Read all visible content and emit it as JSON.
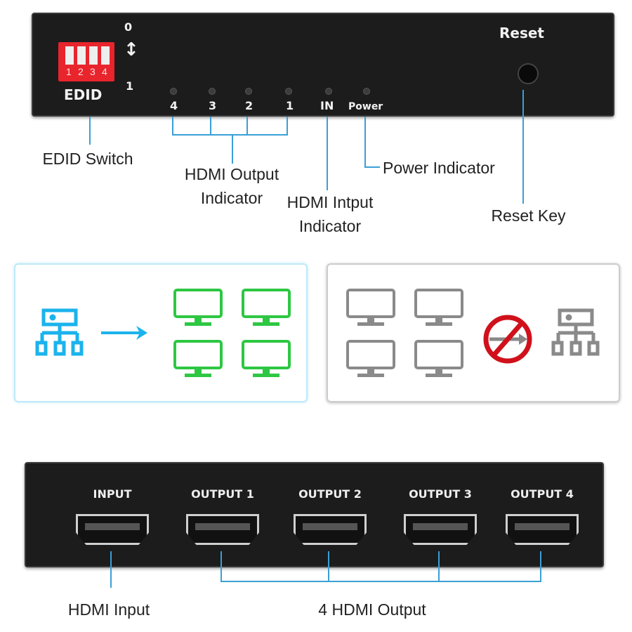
{
  "top_device": {
    "edid_label": "EDID",
    "switch_numbers": [
      "1",
      "2",
      "3",
      "4"
    ],
    "switch_pos_0": "0",
    "switch_pos_1": "1",
    "led_labels": [
      "4",
      "3",
      "2",
      "1",
      "IN",
      "Power"
    ],
    "reset_label": "Reset"
  },
  "callouts": {
    "edid_switch": "EDID Switch",
    "hdmi_output_indicator": "HDMI Output Indicator",
    "hdmi_input_indicator": "HDMI Intput Indicator",
    "power_indicator": "Power Indicator",
    "reset_key": "Reset Key"
  },
  "panels": {
    "active_color": "#1bb3ec",
    "monitor_on_color": "#2ec743",
    "inactive_color": "#8a8a8a",
    "prohibit_color": "#d0111b"
  },
  "bottom_device": {
    "ports": [
      "INPUT",
      "OUTPUT 1",
      "OUTPUT 2",
      "OUTPUT 3",
      "OUTPUT 4"
    ]
  },
  "bottom_callouts": {
    "hdmi_input": "HDMI Input",
    "hdmi_output": "4 HDMI Output"
  }
}
